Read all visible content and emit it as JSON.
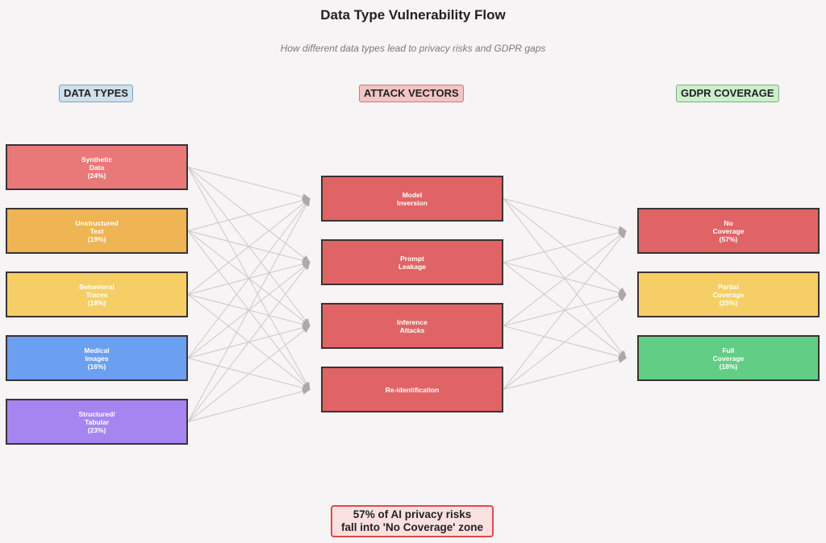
{
  "title": "Data Type Vulnerability Flow",
  "subtitle": "How different data types lead to privacy risks and GDPR gaps",
  "columns": {
    "data_types": "DATA TYPES",
    "attack_vectors": "ATTACK VECTORS",
    "gdpr_coverage": "GDPR COVERAGE"
  },
  "data_types": [
    {
      "label": "Synthetic\nData\n(24%)",
      "color": "#e97879"
    },
    {
      "label": "Unstructured\nText\n(19%)",
      "color": "#efb454"
    },
    {
      "label": "Behavioral\nTraces\n(18%)",
      "color": "#f5cf66"
    },
    {
      "label": "Medical\nImages\n(16%)",
      "color": "#6b9ff0"
    },
    {
      "label": "Structured/\nTabular\n(23%)",
      "color": "#a685f0"
    }
  ],
  "attack_vectors": [
    {
      "label": "Model\nInversion",
      "color": "#e06466"
    },
    {
      "label": "Prompt\nLeakage",
      "color": "#e06466"
    },
    {
      "label": "Inference\nAttacks",
      "color": "#e06466"
    },
    {
      "label": "Re-identification",
      "color": "#e06466"
    }
  ],
  "gdpr_coverage": [
    {
      "label": "No\nCoverage\n(57%)",
      "color": "#e06466"
    },
    {
      "label": "Partial\nCoverage\n(25%)",
      "color": "#f5cf66"
    },
    {
      "label": "Full\nCoverage\n(18%)",
      "color": "#62cd85"
    }
  ],
  "callout": "57% of AI privacy risks\nfall into 'No Coverage' zone"
}
